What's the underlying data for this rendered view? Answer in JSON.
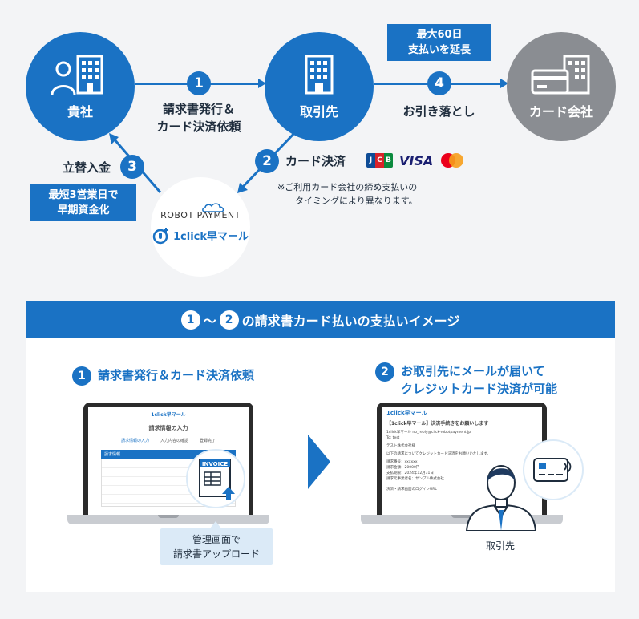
{
  "flow": {
    "company": "貴社",
    "partner": "取引先",
    "card_company": "カード会社",
    "step1_num": "1",
    "step1_line1": "請求書発行＆",
    "step1_line2": "カード決済依頼",
    "step2_num": "2",
    "step2_text": "カード決済",
    "step2_note_line1": "※ご利用カード会社の締め支払いの",
    "step2_note_line2": "タイミングにより異なります。",
    "step3_num": "3",
    "step3_text": "立替入金",
    "step3_box_line1": "最短3営業日で",
    "step3_box_line2": "早期資金化",
    "step4_num": "4",
    "step4_text": "お引き落とし",
    "step4_box_line1": "最大60日",
    "step4_box_line2": "支払いを延長",
    "card_brands": [
      "JCB",
      "VISA",
      "Mastercard"
    ],
    "visa_text": "VISA",
    "jcb_letters": [
      "J",
      "C",
      "B"
    ]
  },
  "brand": {
    "robot_payment": "ROBOT PAYMENT",
    "oneclick": "1click早マール"
  },
  "panel": {
    "head_num1": "1",
    "head_tilde": "〜",
    "head_num2": "2",
    "head_text": "の請求書カード払いの支払いイメージ",
    "left_num": "1",
    "left_title": "請求書発行＆カード決済依頼",
    "right_num": "2",
    "right_title_line1": "お取引先にメールが届いて",
    "right_title_line2": "クレジットカード決済が可能",
    "left_caption_line1": "管理画面で",
    "left_caption_line2": "請求書アップロード",
    "right_caption": "取引先"
  },
  "left_screen": {
    "logo": "1click早マール",
    "title": "請求情報の入力",
    "steps": [
      "請求情報の入力",
      "入力内容の確認",
      "登録完了"
    ],
    "section": "請求情報",
    "invoice_label": "INVOICE"
  },
  "right_screen": {
    "logo": "1click早マール",
    "subject": "【1click早マール】決済手続きをお願いします",
    "from": "1click早マール no_reply@click-robotpayment.jp",
    "to": "To: test",
    "greeting": "テスト株式会社様",
    "intro": "以下の請求についてクレジットカード決済をお願いいたします。",
    "rows": [
      "請求番号：xxxxxx",
      "請求金額：20000円",
      "支払期限：2024年12月31日",
      "請求元事業者名：サンプル株式会社"
    ],
    "link_label": "決済・請求画面のログインURL"
  },
  "colors": {
    "primary": "#1a72c4",
    "gray": "#8a8d92",
    "light": "#dbeaf7"
  }
}
